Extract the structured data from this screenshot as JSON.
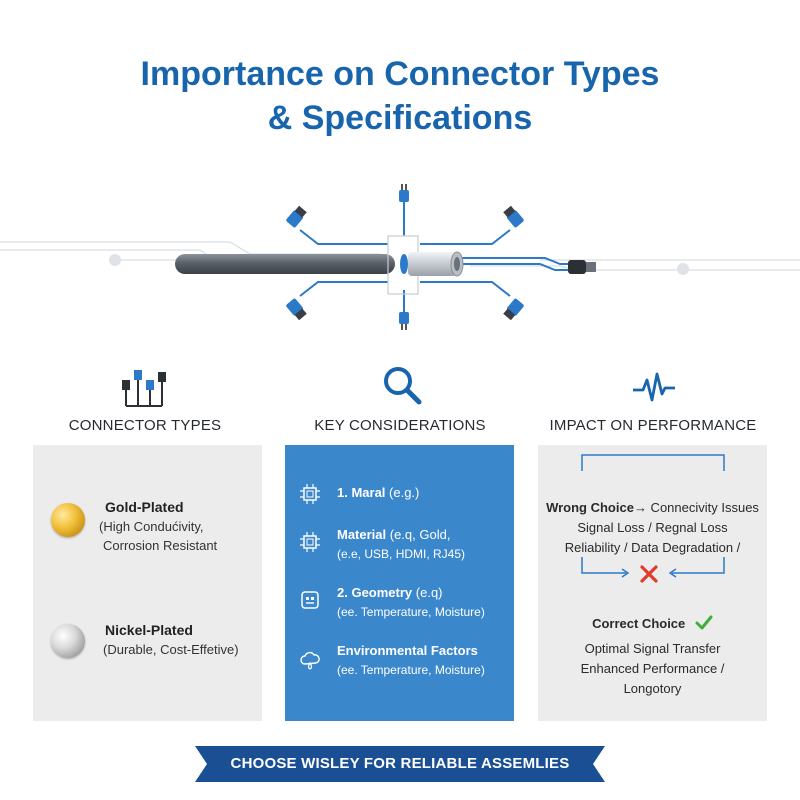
{
  "title": {
    "line1": "Importance on Connector Types",
    "line2": "& Specifications"
  },
  "columns": {
    "connector_types": {
      "heading": "CONNECTOR TYPES",
      "icon": "plug-cables-icon",
      "items": [
        {
          "name": "Gold-Plated",
          "desc1": "(High Condućivity,",
          "desc2": "Corrosion Resistant",
          "icon": "gold-coin-icon"
        },
        {
          "name": "Nickel-Plated",
          "desc1": "(Durable, Cost-Effetive)",
          "icon": "nickel-coin-icon"
        }
      ]
    },
    "key_considerations": {
      "heading": "KEY CONSIDERATIONS",
      "icon": "magnifier-icon",
      "items": [
        {
          "bold": "1. Maral",
          "rest": " (e.g.)",
          "sub": "",
          "icon": "chip-icon"
        },
        {
          "bold": "Material",
          "rest": " (e.q, Gold,",
          "sub": "(e.e, USB, HDMI, RJ45)",
          "icon": "chip-icon"
        },
        {
          "bold": "2. Geometry",
          "rest": " (e.q)",
          "sub": "(ee. Temperature, Moisture)",
          "icon": "port-icon"
        },
        {
          "bold": "Environmental Factors",
          "rest": "",
          "sub": "(ee. Temperature, Moisture)",
          "icon": "cloud-drop-icon"
        }
      ]
    },
    "impact": {
      "heading": "IMPACT ON PERFORMANCE",
      "icon": "pulse-icon",
      "wrong_label": "Wrong Choice",
      "wrong_line1_rest": "→ Connecivity Issues",
      "wrong_line2": "Signal Loss / Regnal Loss",
      "wrong_line3": "Reliability / Data Degradation /",
      "correct_label": "Correct Choice",
      "correct_line1": "Optimal Signal Transfer",
      "correct_line2": "Enhanced Performance /",
      "correct_line3": "Longotory"
    }
  },
  "banner": {
    "text": "CHOOSE WISLEY FOR RELIABLE ASSEMLIES"
  },
  "colors": {
    "brand_blue": "#1865ad",
    "panel_blue": "#3b87cc",
    "panel_gray": "#ececec",
    "banner_navy": "#1a4f94",
    "error_red": "#e23b2e",
    "ok_green": "#3fae3a"
  }
}
